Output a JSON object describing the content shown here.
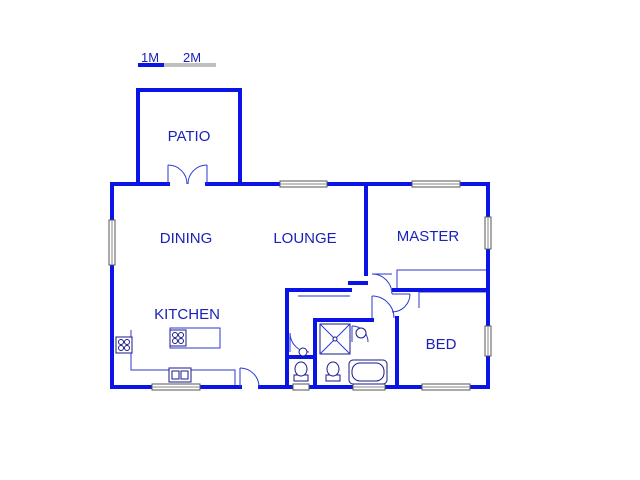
{
  "scale_bar": {
    "labels": [
      "1M",
      "2M"
    ]
  },
  "rooms": {
    "patio": "PATIO",
    "dining": "DINING",
    "lounge": "LOUNGE",
    "master": "MASTER",
    "kitchen": "KITCHEN",
    "bed": "BED"
  },
  "colors": {
    "walls": "#0a14e6",
    "labels": "#1a22b8",
    "scale_dark": "#0a14e6",
    "scale_light": "#c0c0c0"
  }
}
